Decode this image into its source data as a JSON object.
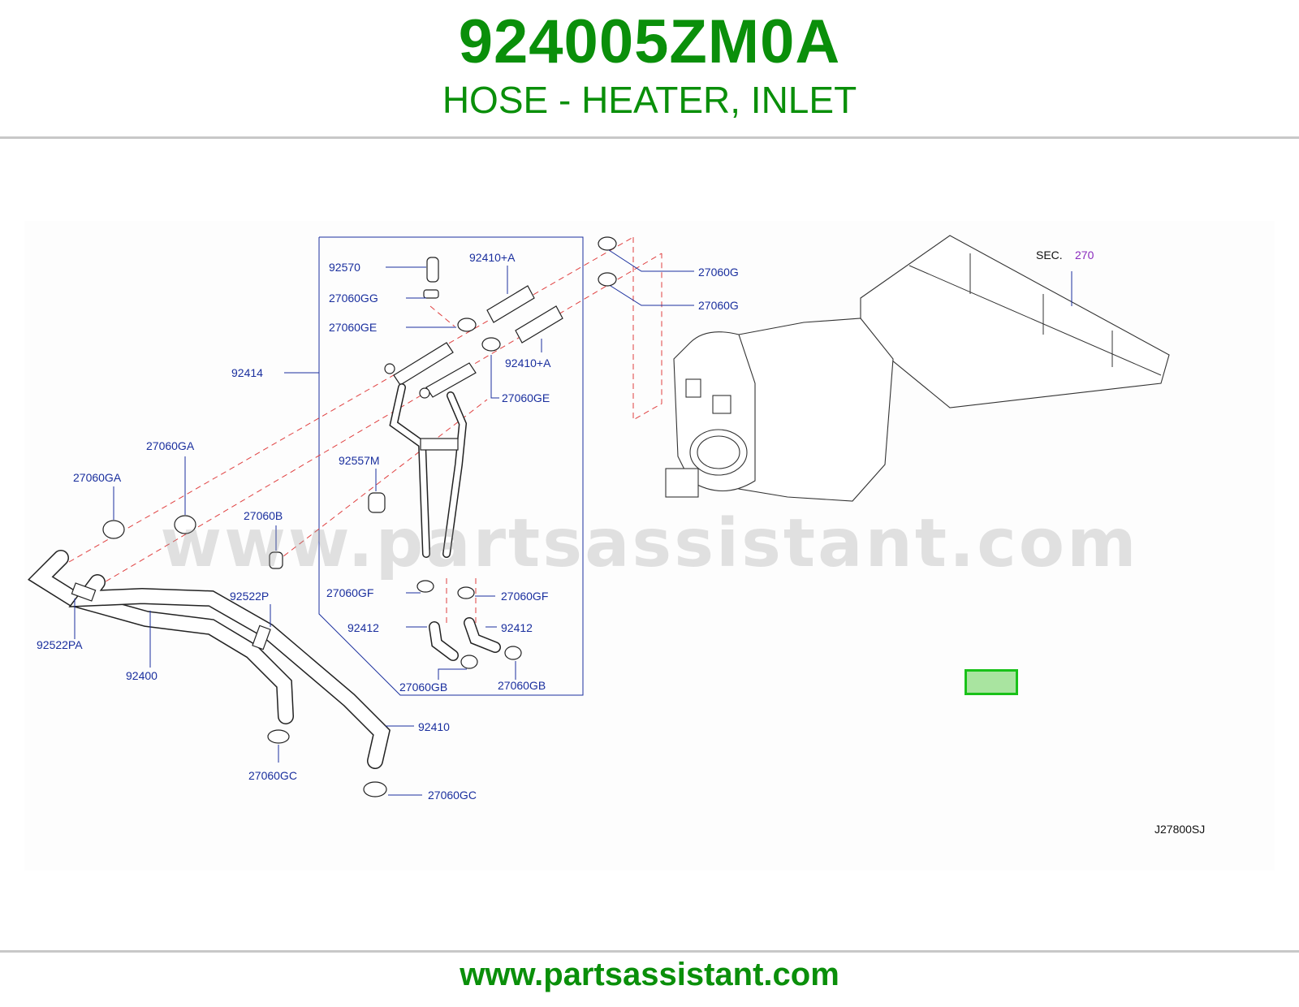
{
  "header": {
    "part_number": "924005ZM0A",
    "part_name": "HOSE - HEATER, INLET"
  },
  "diagram": {
    "code": "J27800SJ",
    "section_prefix": "SEC.",
    "section_number": "270",
    "labels": {
      "p92570": "92570",
      "p92410A_1": "92410+A",
      "p27060GG": "27060GG",
      "p27060GE_1": "27060GE",
      "p92414": "92414",
      "p92410A_2": "92410+A",
      "p27060GE_2": "27060GE",
      "p27060G_1": "27060G",
      "p27060G_2": "27060G",
      "p27060GA_1": "27060GA",
      "p27060GA_2": "27060GA",
      "p92557M": "92557M",
      "p27060B": "27060B",
      "p92522P": "92522P",
      "p92522PA": "92522PA",
      "p92400": "92400",
      "p27060GF_1": "27060GF",
      "p27060GF_2": "27060GF",
      "p92412_1": "92412",
      "p92412_2": "92412",
      "p27060GB_1": "27060GB",
      "p27060GB_2": "27060GB",
      "p92410": "92410",
      "p27060GC_1": "27060GC",
      "p27060GC_2": "27060GC"
    },
    "watermark": "www.partsassistant.com",
    "highlight_color": "#19c219"
  },
  "footer": {
    "url": "www.partsassistant.com"
  }
}
